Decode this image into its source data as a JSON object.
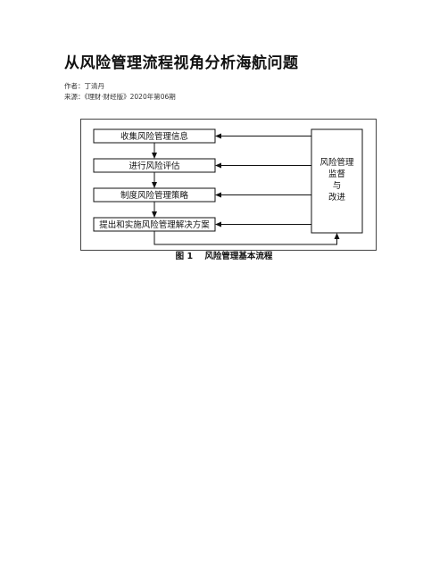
{
  "article": {
    "title": "从风险管理流程视角分析海航问题",
    "author_line": "作者：丁清丹",
    "source_line": "来源：《理财·财经版》2020年第06期"
  },
  "figure": {
    "steps": [
      "收集风险管理信息",
      "进行风险评估",
      "制度风险管理策略",
      "提出和实施风险管理解决方案"
    ],
    "monitor_lines": [
      "风险管理",
      "监督",
      "与",
      "改进"
    ],
    "caption": "图 1    风险管理基本流程"
  }
}
